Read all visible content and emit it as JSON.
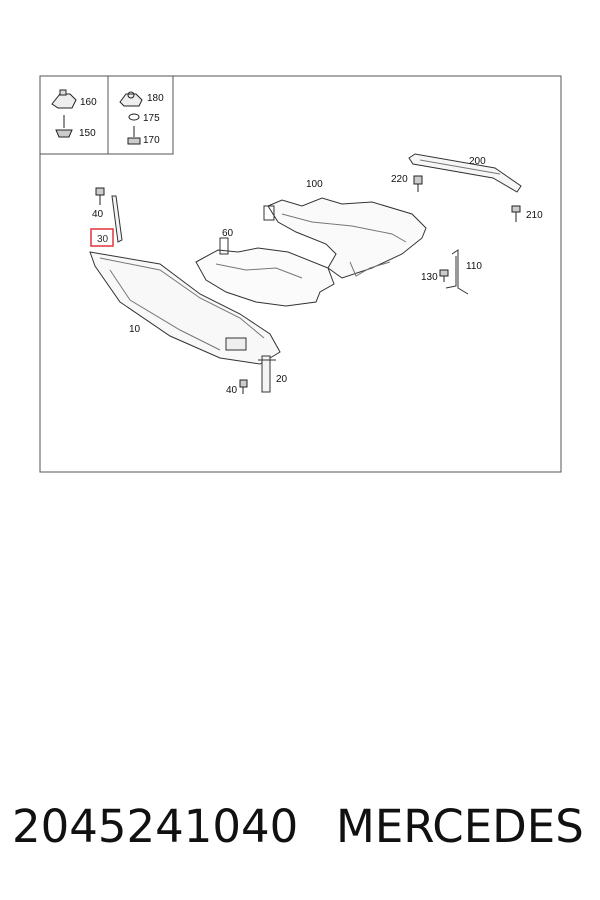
{
  "diagram": {
    "callouts": {
      "c160": "160",
      "c150": "150",
      "c180": "180",
      "c175": "175",
      "c170": "170",
      "c200": "200",
      "c100": "100",
      "c220": "220",
      "c210": "210",
      "c40a": "40",
      "c30": "30",
      "c60": "60",
      "c130": "130",
      "c110": "110",
      "c10": "10",
      "c20": "20",
      "c40b": "40"
    },
    "highlighted_callout": "30",
    "highlight_color": "#e0343c"
  },
  "footer": {
    "part_number": "2045241040",
    "brand": "MERCEDES"
  }
}
